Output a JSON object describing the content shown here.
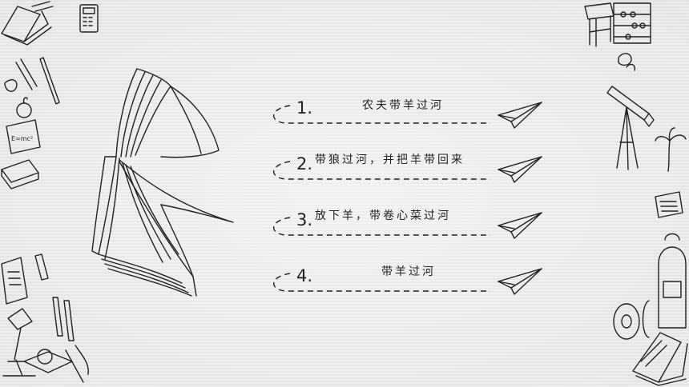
{
  "steps": [
    {
      "number": "1.",
      "text": "农夫带羊过河"
    },
    {
      "number": "2.",
      "text": "带狼过河，并把羊带回来"
    },
    {
      "number": "3.",
      "text": "放下羊，带卷心菜过河"
    },
    {
      "number": "4.",
      "text": "带羊过河"
    }
  ],
  "icons": [
    "open-book-icon",
    "paper-plane-icon",
    "school-doodles-icon",
    "telescope-icon",
    "desk-icon",
    "calculator-icon",
    "apple-icon",
    "lamp-icon",
    "palm-tree-icon",
    "backpack-icon",
    "tape-icon"
  ]
}
